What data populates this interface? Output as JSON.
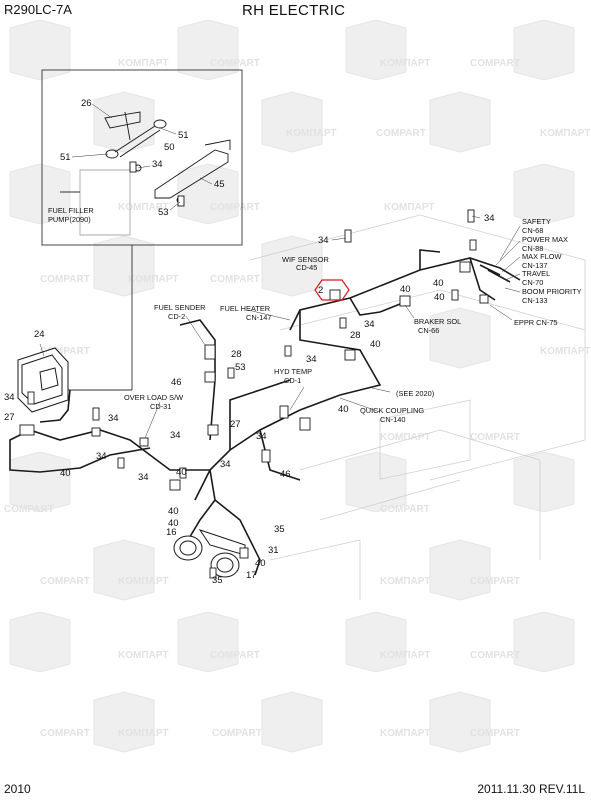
{
  "header": {
    "model": "R290LC-7A",
    "title": "RH ELECTRIC"
  },
  "footer": {
    "page": "2010",
    "revision": "2011.11.30  REV.11L"
  },
  "watermark": {
    "text_a": "KOMПAPT",
    "text_b": "COMPART"
  },
  "inset_labels": {
    "fuel_filler": "FUEL FILLER",
    "fuel_filler_pump": "PUMP(2090)"
  },
  "connectors": {
    "safety": "SAFETY",
    "safety_cn": "CN-68",
    "power_max": "POWER MAX",
    "power_max_cn": "CN-88",
    "max_flow": "MAX FLOW",
    "max_flow_cn": "CN-137",
    "travel": "TRAVEL",
    "travel_cn": "CN-70",
    "boom_priority": "BOOM PRIORITY",
    "boom_priority_cn": "CN-133",
    "eppr": "EPPR CN-75",
    "wif_sensor": "WIF SENSOR",
    "wif_sensor_cd": "CD-45",
    "fuel_heater": "FUEL HEATER",
    "fuel_heater_cn": "CN-147",
    "fuel_sender": "FUEL SENDER",
    "fuel_sender_cd": "CD-2",
    "braker_sol": "BRAKER SOL",
    "braker_sol_cn": "CN-66",
    "hyd_temp": "HYD TEMP",
    "hyd_temp_cd": "CD-1",
    "see_2020": "(SEE 2020)",
    "quick_coupling": "QUICK COUPLING",
    "quick_coupling_cn": "CN-140",
    "over_load": "OVER LOAD S/W",
    "over_load_cd": "CD-31"
  },
  "parts": {
    "p2": "2",
    "p16": "16",
    "p17": "17",
    "p24": "24",
    "p26": "26",
    "p27": "27",
    "p28": "28",
    "p31": "31",
    "p34": "34",
    "p35": "35",
    "p40": "40",
    "p45": "45",
    "p46": "46",
    "p50": "50",
    "p51": "51",
    "p53": "53"
  },
  "colors": {
    "line": "#1a1a1a",
    "highlight": "#d61a1a",
    "watermark": "#e2e2e2"
  }
}
